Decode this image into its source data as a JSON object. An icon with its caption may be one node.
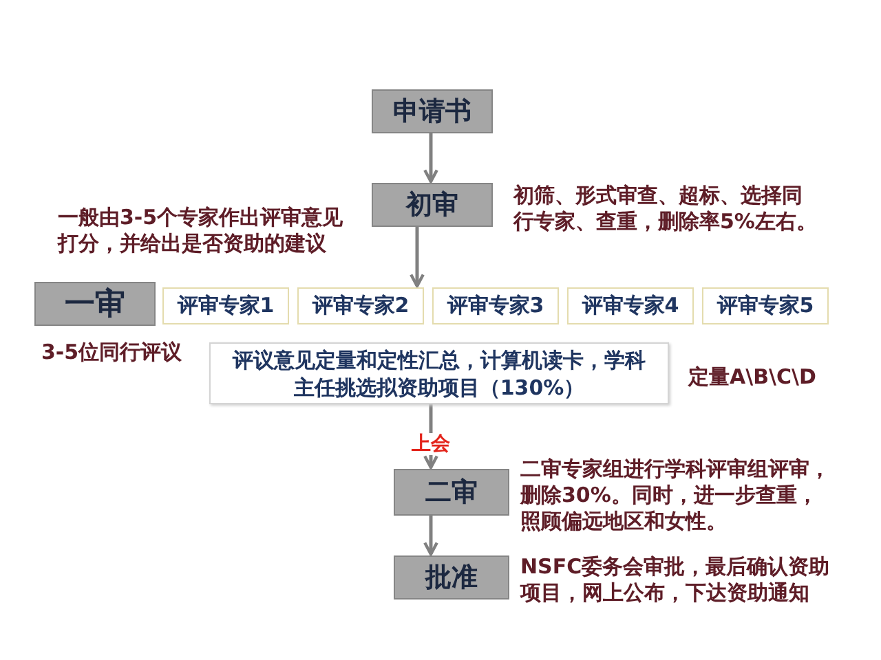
{
  "diagram": {
    "nodes": [
      {
        "text": [
          "申请书"
        ]
      },
      {
        "text": [
          "初审"
        ],
        "beside": [
          "初筛、形式审查、超标、选择同行专家、查重，删除率5%左右。"
        ]
      },
      {
        "text": [
          "一审"
        ],
        "beside": [
          "3-5位同行评议"
        ]
      },
      {
        "text": [
          "评审专家1"
        ]
      },
      {
        "text": [
          "评审专家2"
        ]
      },
      {
        "text": [
          "评审专家3"
        ]
      },
      {
        "text": [
          "评审专家4"
        ]
      },
      {
        "text": [
          "评审专家5"
        ]
      },
      {
        "text": [
          "评议意见定量和定性汇总，计算机读卡，学科主任挑选拟资助项目（130%）"
        ],
        "beside": [
          "定量A\\B\\C\\D"
        ]
      },
      {
        "text": [
          "二审"
        ],
        "beside": [
          "二审专家组进行学科评审组评审，删除30%。同时，进一步查重，照顾偏远地区和女性。"
        ]
      },
      {
        "text": [
          "批准"
        ],
        "beside": [
          "NSFC委务会审批，最后确认资助项目，网上公布，下达资助通知"
        ]
      }
    ],
    "edges": [
      {
        "from": 0,
        "to": 1,
        "arrow": "to"
      },
      {
        "from": 1,
        "to": 4,
        "arrow": "to"
      },
      {
        "from": 8,
        "to": 9,
        "arrow": "to",
        "label": "上会"
      },
      {
        "from": 9,
        "to": 10,
        "arrow": "to"
      }
    ],
    "labels": [
      "一般由3-5个专家作出评审意见打分，并给出是否资助的建议"
    ]
  }
}
